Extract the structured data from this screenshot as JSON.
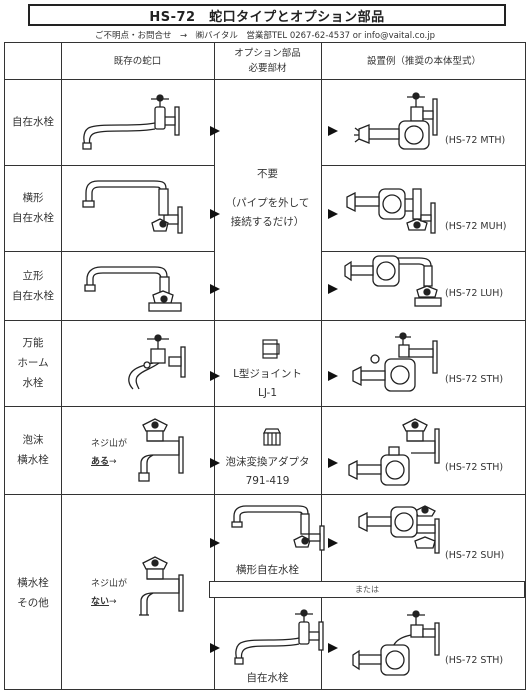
{
  "title": "HS-72　蛇口タイプとオプション部品",
  "contact": "ご不明点・お問合せ　→　㈱バイタル　営業部TEL 0267-62-4537 or info@vaital.co.jp",
  "headers": {
    "existing": "既存の蛇口",
    "option_line1": "オプション部品",
    "option_line2": "必要部材",
    "example": "設置例（推奨の本体型式）"
  },
  "rows": [
    {
      "label_lines": [
        "自在水栓"
      ],
      "model": "(HS-72 MTH)"
    },
    {
      "label_lines": [
        "横形",
        "自在水栓"
      ],
      "model": "(HS-72 MUH)"
    },
    {
      "label_lines": [
        "立形",
        "自在水栓"
      ],
      "model": "(HS-72 LUH)"
    },
    {
      "label_lines": [
        "万能",
        "ホーム",
        "水栓"
      ],
      "model": "(HS-72 STH)"
    },
    {
      "label_lines": [
        "泡沫",
        "横水栓"
      ],
      "model": "(HS-72 STH)"
    },
    {
      "label_lines": [
        "横水栓",
        "その他"
      ],
      "model_a": "(HS-72 SUH)",
      "model_b": "(HS-72 STH)"
    }
  ],
  "options": {
    "none_line1": "不要",
    "none_line2": "（パイプを外して",
    "none_line3": "接続するだけ）",
    "joint_name": "L型ジョイント",
    "joint_code": "LJ-1",
    "adapter_name": "泡沫変換アダプタ",
    "adapter_code": "791-419",
    "alt_a": "横形自在水栓",
    "or_label": "または",
    "alt_b": "自在水栓"
  },
  "thread": {
    "prefix": "ネジ山が",
    "has": "ある",
    "none": "ない",
    "arrow": "→"
  },
  "colors": {
    "line": "#333333",
    "arrow": "#111111"
  }
}
